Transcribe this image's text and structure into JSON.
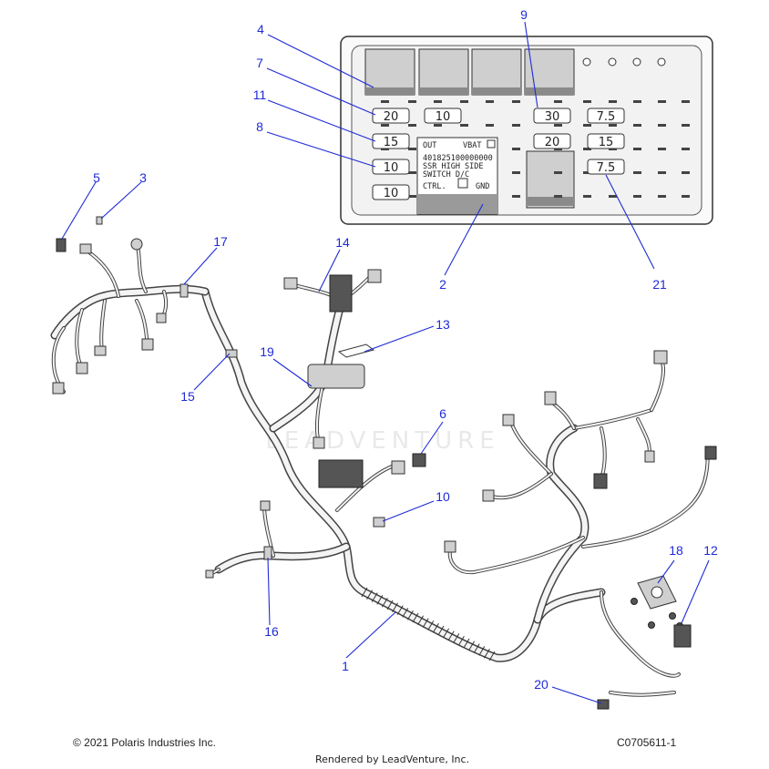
{
  "fusebox": {
    "fuses": [
      {
        "id": "fuse-20a",
        "value": "20"
      },
      {
        "id": "fuse-10b",
        "value": "10"
      },
      {
        "id": "fuse-30",
        "value": "30"
      },
      {
        "id": "fuse-7-5a",
        "value": "7.5"
      },
      {
        "id": "fuse-15a",
        "value": "15"
      },
      {
        "id": "fuse-20c",
        "value": "20"
      },
      {
        "id": "fuse-15b",
        "value": "15"
      },
      {
        "id": "fuse-10c",
        "value": "10"
      },
      {
        "id": "fuse-7-5b",
        "value": "7.5"
      },
      {
        "id": "fuse-10d",
        "value": "10"
      }
    ],
    "relay_label": {
      "out": "OUT",
      "vbat": "VBAT",
      "part_no": "401825100000000",
      "line1": "SSR  HIGH  SIDE",
      "line2": "SWITCH    D/C",
      "ctrl": "CTRL.",
      "gnd": "GND"
    }
  },
  "callouts": [
    {
      "n": "1"
    },
    {
      "n": "2"
    },
    {
      "n": "3"
    },
    {
      "n": "4"
    },
    {
      "n": "5"
    },
    {
      "n": "6"
    },
    {
      "n": "7"
    },
    {
      "n": "8"
    },
    {
      "n": "9"
    },
    {
      "n": "10"
    },
    {
      "n": "11"
    },
    {
      "n": "12"
    },
    {
      "n": "13"
    },
    {
      "n": "14"
    },
    {
      "n": "15"
    },
    {
      "n": "16"
    },
    {
      "n": "17"
    },
    {
      "n": "18"
    },
    {
      "n": "19"
    },
    {
      "n": "20"
    },
    {
      "n": "21"
    }
  ],
  "watermark": "LEADVENTURE",
  "footer": {
    "copyright": "© 2021 Polaris Industries Inc.",
    "diagram_id": "C0705611-1",
    "rendered_by": "Rendered by LeadVenture, Inc."
  },
  "colors": {
    "callout": "#1f2bd6",
    "line": "#333333"
  }
}
